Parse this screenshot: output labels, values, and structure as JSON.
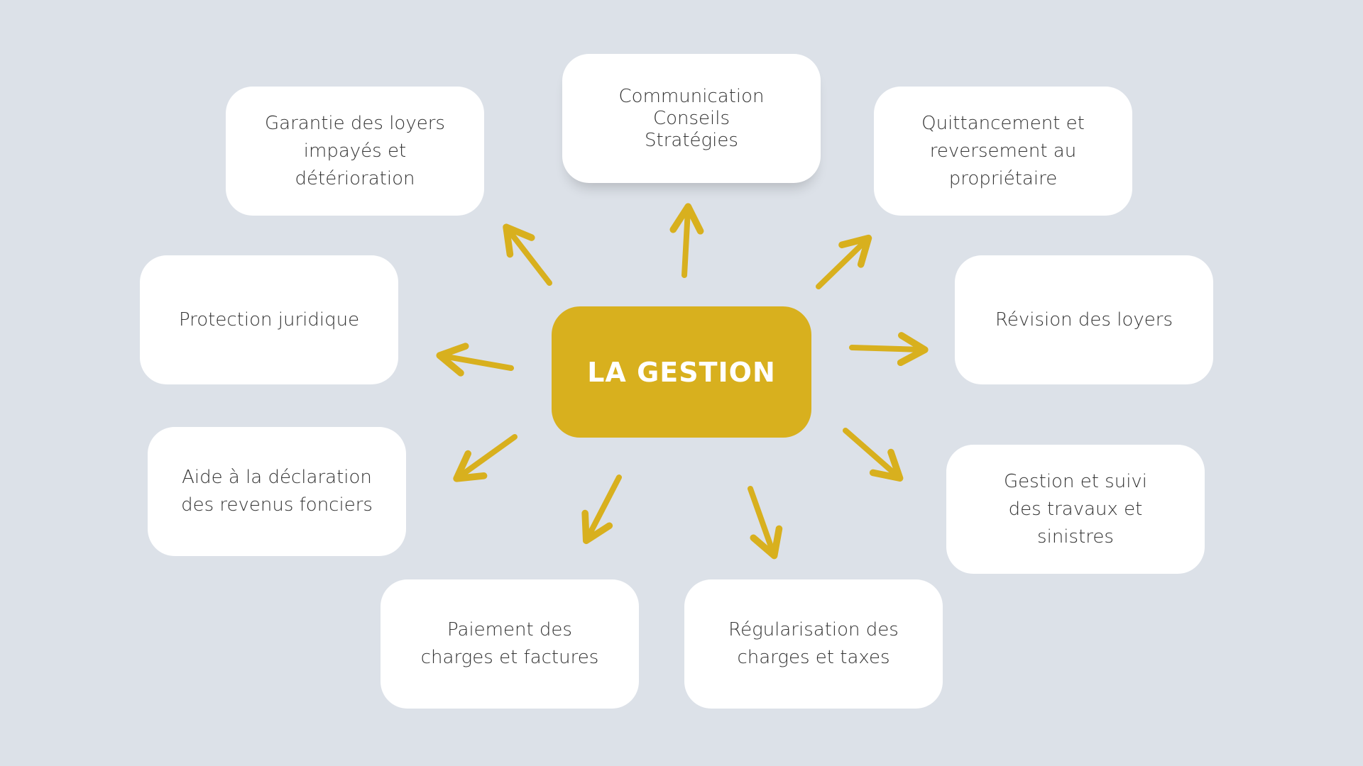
{
  "center": {
    "label": "LA GESTION"
  },
  "colors": {
    "accent": "#d8b01e",
    "background": "#dce1e8",
    "box": "#ffffff"
  },
  "nodes": [
    {
      "label": "Garantie des loyers\nimpayés et\ndétérioration"
    },
    {
      "label": "Communication\nConseils\nStratégies"
    },
    {
      "label": "Quittancement et\nreversement au\npropriétaire"
    },
    {
      "label": "Protection juridique"
    },
    {
      "label": "Révision des loyers"
    },
    {
      "label": "Aide à la déclaration\ndes revenus fonciers"
    },
    {
      "label": "Gestion et suivi\ndes travaux et\nsinistres"
    },
    {
      "label": "Paiement des\ncharges et factures"
    },
    {
      "label": "Régularisation des\ncharges et taxes"
    }
  ]
}
